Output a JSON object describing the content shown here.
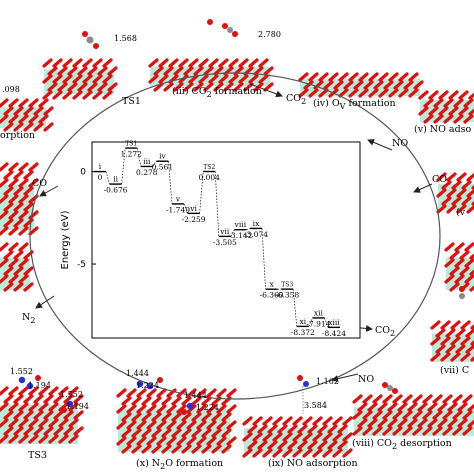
{
  "colors": {
    "oxygen": "#e0100f",
    "metal": "#7ddbbf",
    "nitrogen": "#2233dd",
    "carbon": "#8a8a8a",
    "frame": "#000000",
    "ellipse": "#555555"
  },
  "snapshots": {
    "ts1": {
      "caption": "TS1",
      "bond": "1.568"
    },
    "co2_formation": {
      "caption": "(iii) CO",
      "sub": "2",
      "caption_tail": " formation",
      "bond": "2.780"
    },
    "ov_formation": {
      "caption": "(iv) O",
      "sub": "V",
      "caption_tail": " formation"
    },
    "no_adsorption_right": {
      "caption": "(v) NO adso"
    },
    "topleft": {
      "caption": "orption",
      "bond": ".098"
    },
    "right_mid": {
      "caption": "(v"
    },
    "co2_desorption_right": {
      "caption": "(vii) C"
    },
    "ts3": {
      "caption": "TS3",
      "bond_a": "1.552",
      "bond_b": "1.194",
      "bond_c": "1.552",
      "bond_d": "1.194"
    },
    "n2o_formation": {
      "caption": "(x) N",
      "sub": "2",
      "caption_tail": "O formation",
      "bond_a": "1.444",
      "bond_b": "1.224",
      "bond_c": "1.444",
      "bond_d": "1.224"
    },
    "no_adsorption": {
      "caption": "(ix) NO adsorption",
      "bond_a": "1.162",
      "bond_b": "3.584"
    },
    "co2_desorption": {
      "caption": "(viii) CO",
      "sub": "2",
      "caption_tail": " desorption"
    }
  },
  "cycle_labels": {
    "co2_top": {
      "text": "CO",
      "sub": "2"
    },
    "no_top": {
      "text": "NO"
    },
    "co_left": {
      "text": "CO"
    },
    "co_right": {
      "text": "CO"
    },
    "n2_left": {
      "text": "N",
      "sub": "2"
    },
    "no_bottom": {
      "text": "NO"
    },
    "co2_bottom": {
      "text": "CO",
      "sub": "2"
    }
  },
  "chart_data": {
    "type": "energy_profile",
    "ylabel": "Energy (eV)",
    "ylim": [
      -9,
      1.6
    ],
    "yticks": [
      0,
      -5
    ],
    "states": [
      {
        "roman": "i",
        "energy": 0,
        "value_label": "0"
      },
      {
        "roman": "ii",
        "energy": -0.676,
        "value_label": "-0.676"
      },
      {
        "roman": "TS1",
        "energy": 1.272,
        "value_label": "1.272",
        "ts": true
      },
      {
        "roman": "iii",
        "energy": 0.278,
        "value_label": "0.278"
      },
      {
        "roman": "iv",
        "energy": 0.561,
        "value_label": "0.561"
      },
      {
        "roman": "v",
        "energy": -1.749,
        "value_label": "-1.749"
      },
      {
        "roman": "vi",
        "energy": -2.259,
        "value_label": "-2.259"
      },
      {
        "roman": "TS2",
        "energy": 0.004,
        "value_label": "0.004",
        "ts": true
      },
      {
        "roman": "vii",
        "energy": -3.505,
        "value_label": "-3.505"
      },
      {
        "roman": "viii",
        "energy": -3.142,
        "value_label": "-3.142"
      },
      {
        "roman": "ix",
        "energy": -3.074,
        "value_label": "-3.074"
      },
      {
        "roman": "x",
        "energy": -6.36,
        "value_label": "-6.360"
      },
      {
        "roman": "TS3",
        "energy": -6.358,
        "value_label": "-6.358",
        "ts": true
      },
      {
        "roman": "xi",
        "energy": -8.372,
        "value_label": "-8.372"
      },
      {
        "roman": "xii",
        "energy": -7.914,
        "value_label": "-7.914"
      },
      {
        "roman": "xiii",
        "energy": -8.424,
        "value_label": "-8.424"
      }
    ]
  }
}
